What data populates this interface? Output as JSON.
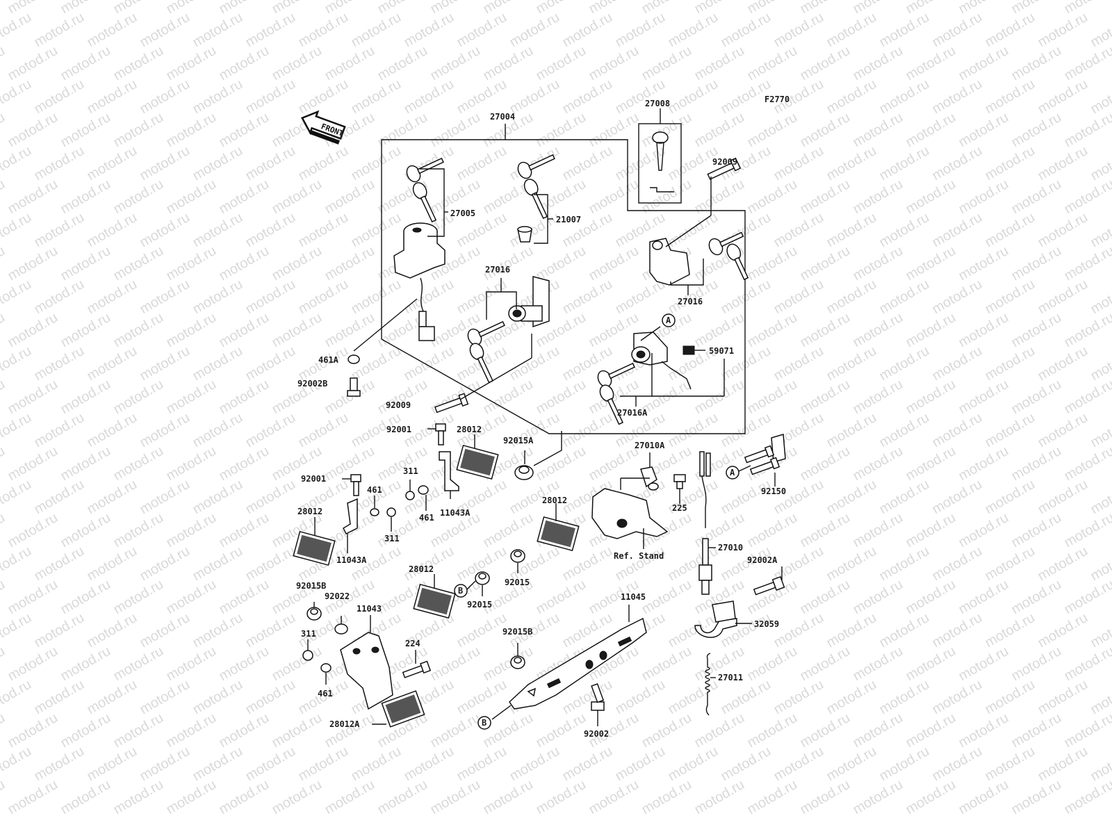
{
  "figure_code": "F2770",
  "front_label": "FRONT",
  "watermark": "motod.ru",
  "ref_text": "Ref. Stand",
  "callouts": {
    "a": "A",
    "b": "B"
  },
  "parts": {
    "p27004": "27004",
    "p27008": "27008",
    "p92009_top": "92009",
    "p27005": "27005",
    "p21007": "21007",
    "p27016_left": "27016",
    "p27016_right": "27016",
    "p59071": "59071",
    "p27016a": "27016A",
    "p461a": "461A",
    "p92002b": "92002B",
    "p92009_mid": "92009",
    "p92001_a": "92001",
    "p28012_a": "28012",
    "p92015a": "92015A",
    "p27010a": "27010A",
    "p92150": "92150",
    "p92001_b": "92001",
    "p461_a": "461",
    "p311_a": "311",
    "p311_b": "311",
    "p461_b": "461",
    "p11043a_a": "11043A",
    "p28012_b": "28012",
    "p11043a_b": "11043A",
    "p28012_c": "28012",
    "p225": "225",
    "p92015_a": "92015",
    "p27010": "27010",
    "p92002a": "92002A",
    "p28012_d": "28012",
    "p92015_b": "92015",
    "p92015b_a": "92015B",
    "p92022": "92022",
    "p11043": "11043",
    "p11045": "11045",
    "p32059": "32059",
    "p311_c": "311",
    "p224": "224",
    "p92015b_b": "92015B",
    "p27011": "27011",
    "p461_c": "461",
    "p28012a": "28012A",
    "p92002": "92002"
  }
}
